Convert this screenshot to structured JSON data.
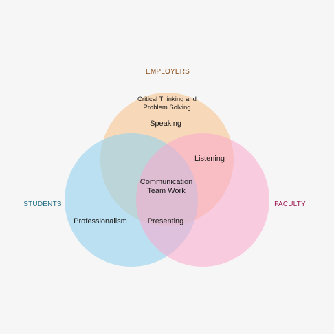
{
  "colors": {
    "background": "#f7f6f6",
    "employers": "#f7c793",
    "students": "#92d2ef",
    "faculty": "#fba8cc",
    "employers_label": "#8a4a16",
    "students_label": "#1f6d83",
    "faculty_label": "#9b1c52"
  },
  "sets": {
    "employers": "EMPLOYERS",
    "students": "STUDENTS",
    "faculty": "FACULTY"
  },
  "regions": {
    "employers_only_1a": "Critical Thinking and",
    "employers_only_1b": "Problem Solving",
    "employers_only_2": "Speaking",
    "employers_faculty": "Listening",
    "all_a": "Communication",
    "all_b": "Team Work",
    "students_only": "Professionalism",
    "students_faculty": "Presenting"
  }
}
